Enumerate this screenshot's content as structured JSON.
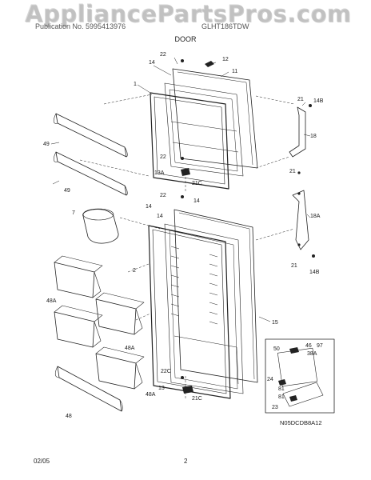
{
  "watermark": "AppliancePartsPros.com",
  "header": {
    "left": "Publication No. 5995413976",
    "right": "GLHT186TDW"
  },
  "section_title": "DOOR",
  "footer": {
    "date": "02/05",
    "page": "2"
  },
  "diagram_code": "N05DCDB8A12",
  "callouts": {
    "c1": "1",
    "c2": "2",
    "c7": "7",
    "c11": "11",
    "c12": "12",
    "c13": "13",
    "c13a": "13A",
    "c14a": "14",
    "c14b": "14",
    "c14c": "14",
    "c14d": "14",
    "c14b1": "14B",
    "c14b2": "14B",
    "c15": "15",
    "c18": "18",
    "c18a": "18A",
    "c21a": "21",
    "c21b": "21",
    "c21c": "21",
    "c21c1": "21C",
    "c21c2": "21C",
    "c22a": "22",
    "c22b": "22",
    "c22c": "22",
    "c22cc": "22C",
    "c23": "23",
    "c24": "24",
    "c38a": "38A",
    "c46": "46",
    "c48a": "48",
    "c48b": "48A",
    "c48c": "48A",
    "c48d": "48A",
    "c49a": "49",
    "c49b": "49",
    "c50": "50",
    "c81a": "81",
    "c81b": "81",
    "c97": "97"
  }
}
